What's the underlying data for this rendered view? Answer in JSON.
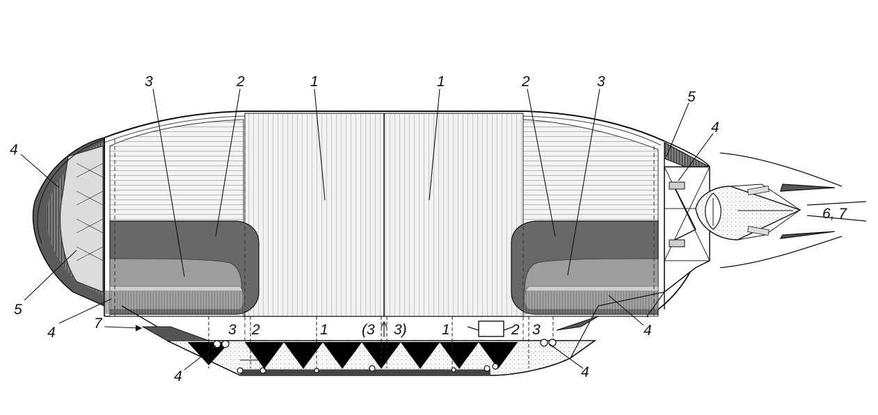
{
  "figure": {
    "labels": [
      {
        "id": "label-1-left",
        "text": "1"
      },
      {
        "id": "label-1-right",
        "text": "1"
      },
      {
        "id": "label-2-left",
        "text": "2"
      },
      {
        "id": "label-2-right",
        "text": "2"
      },
      {
        "id": "label-3-left",
        "text": "3"
      },
      {
        "id": "label-3-right",
        "text": "3"
      },
      {
        "id": "label-4-nose",
        "text": "4"
      },
      {
        "id": "label-4-tail",
        "text": "4"
      },
      {
        "id": "label-4-lower-left",
        "text": "4"
      },
      {
        "id": "label-4-lower-right",
        "text": "4"
      },
      {
        "id": "label-4-keel-left",
        "text": "4"
      },
      {
        "id": "label-4-keel-right",
        "text": "4"
      },
      {
        "id": "label-5-nose",
        "text": "5"
      },
      {
        "id": "label-5-tail",
        "text": "5"
      },
      {
        "id": "label-67",
        "text": "6, 7"
      },
      {
        "id": "label-7",
        "text": "7"
      },
      {
        "id": "label-keel-3a",
        "text": "3"
      },
      {
        "id": "label-keel-2a",
        "text": "2"
      },
      {
        "id": "label-keel-1a",
        "text": "1"
      },
      {
        "id": "label-keel-3-open",
        "text": "(3"
      },
      {
        "id": "label-keel-3-close",
        "text": "3)"
      },
      {
        "id": "label-keel-1b",
        "text": "1"
      },
      {
        "id": "label-keel-2b",
        "text": "2"
      },
      {
        "id": "label-keel-3b",
        "text": "3"
      }
    ]
  },
  "colors": {
    "ink": "#111111",
    "cell_dark": "#6b6b6b",
    "cell_medium": "#9a9a9a",
    "cell_light": "#d2d2d2",
    "gas_light": "#ececec",
    "stipple": "#cfcfcf"
  }
}
